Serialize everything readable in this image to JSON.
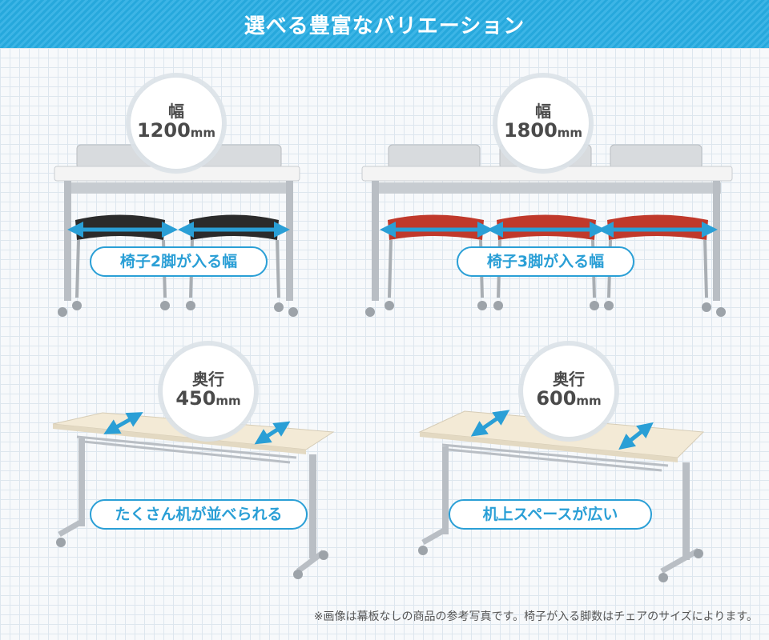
{
  "header": {
    "title": "選べる豊富なバリエーション"
  },
  "variations": [
    {
      "label": "幅",
      "value": "1200",
      "unit": "mm",
      "caption": "椅子2脚が入る幅"
    },
    {
      "label": "幅",
      "value": "1800",
      "unit": "mm",
      "caption": "椅子3脚が入る幅"
    },
    {
      "label": "奥行",
      "value": "450",
      "unit": "mm",
      "caption": "たくさん机が並べられる"
    },
    {
      "label": "奥行",
      "value": "600",
      "unit": "mm",
      "caption": "机上スペースが広い"
    }
  ],
  "footnote": "※画像は幕板なしの商品の参考写真です。椅子が入る脚数はチェアのサイズによります。",
  "colors": {
    "accent": "#2a9fd6",
    "banner": "#26a8dc",
    "chair_black": "#2b2b2b",
    "chair_red": "#c0392b",
    "top_wood": "#f3ead6",
    "top_white": "#f4f4f4",
    "frame": "#b9bec4"
  }
}
